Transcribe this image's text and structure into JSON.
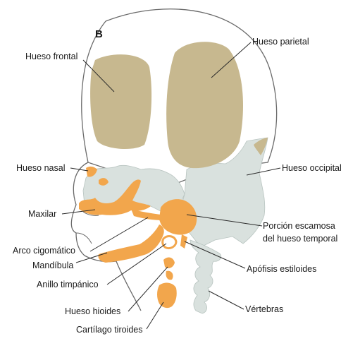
{
  "figure": {
    "panel_label": "B",
    "colors": {
      "bone": "#c7b88f",
      "cartilage": "#d9e1de",
      "ossification": "#f2a64c",
      "outline": "#6a6a6a"
    }
  },
  "labels": {
    "hueso_frontal": "Hueso frontal",
    "hueso_parietal": "Hueso parietal",
    "hueso_nasal": "Hueso nasal",
    "hueso_occipital": "Hueso occipital",
    "maxilar": "Maxilar",
    "porcion_escamosa_1": "Porción escamosa",
    "porcion_escamosa_2": "del hueso temporal",
    "arco_cigomatico": "Arco cigomático",
    "apofisis_estiloides": "Apófisis estiloides",
    "mandibula": "Mandíbula",
    "anillo_timpanico": "Anillo timpánico",
    "hueso_hioides": "Hueso hioides",
    "vertebras": "Vértebras",
    "cartilago_tiroides": "Cartílago tiroides"
  }
}
